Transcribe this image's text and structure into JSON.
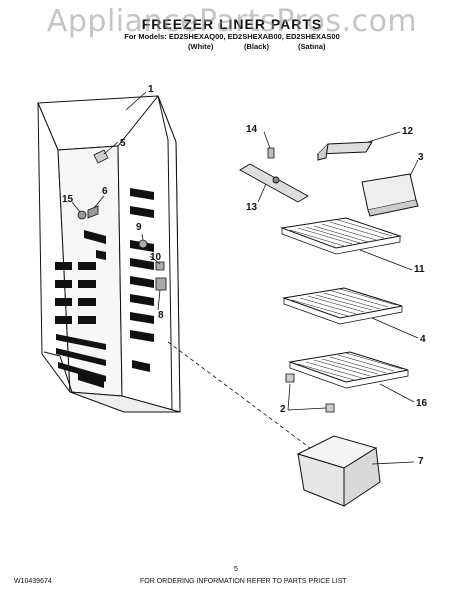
{
  "watermark": "AppliancePartsPros.com",
  "title": "FREEZER LINER PARTS",
  "models_line": "For Models: ED2SHEXAQ00, ED2SHEXAB00, ED2SHEXAS00",
  "variants": [
    "(White)",
    "(Black)",
    "(Satina)"
  ],
  "callouts": [
    "1",
    "5",
    "6",
    "15",
    "9",
    "10",
    "8",
    "14",
    "12",
    "3",
    "13",
    "11",
    "4",
    "2",
    "16",
    "7"
  ],
  "footer": {
    "left": "W10439674",
    "center": "FOR ORDERING INFORMATION REFER TO PARTS PRICE LIST",
    "page": "5"
  }
}
